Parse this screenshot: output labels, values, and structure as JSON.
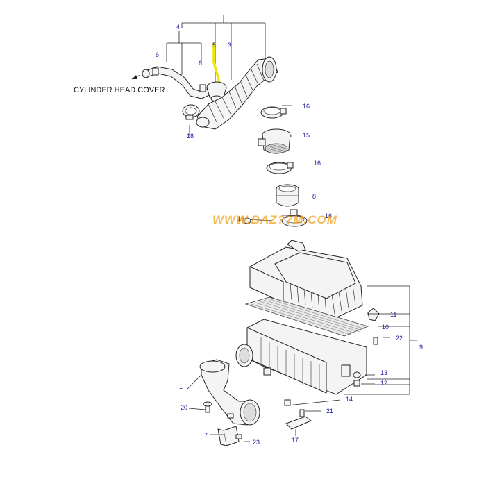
{
  "diagram": {
    "reference_label": "CYLINDER HEAD COVER",
    "watermark": "WWW.BAZ??M.COM",
    "highlight_color": "#f2e600",
    "callout_color": "#1a1a9a",
    "callouts": {
      "c1": "1",
      "c3": "3",
      "c4": "4",
      "c5": "5",
      "c6a": "6",
      "c6b": "6",
      "c7": "7",
      "c8": "8",
      "c9": "9",
      "c10": "10",
      "c11": "11",
      "c12": "12",
      "c13": "13",
      "c14": "14",
      "c15": "15",
      "c16a": "16",
      "c16b": "16",
      "c16c": "16",
      "c17": "17",
      "c18": "18",
      "c19": "19",
      "c20": "20",
      "c21": "21",
      "c22": "22",
      "c23": "23"
    }
  }
}
